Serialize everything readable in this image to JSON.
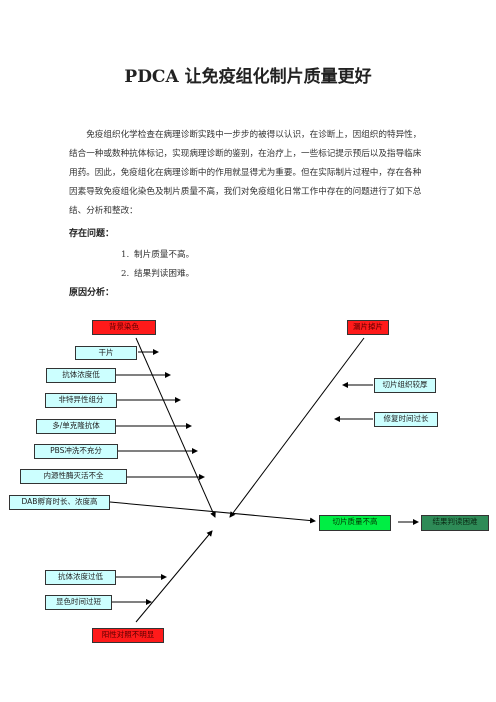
{
  "title": "PDCA 让免疫组化制片质量更好",
  "intro": "免疫组织化学检查在病理诊断实践中一步步的被得以认识，在诊断上，因组织的特异性，结合一种或数种抗体标记，实现病理诊断的鉴别，在治疗上，一些标记提示预后以及指导临床用药。因此，免疫组化在病理诊断中的作用就显得尤为重要。但在实际制片过程中，存在各种因素导致免疫组化染色及制片质量不高，我们对免疫组化日常工作中存在的问题进行了如下总结、分析和整改：",
  "problems_heading": "存在问题：",
  "problems": [
    {
      "num": "1.",
      "text": "制片质量不高。"
    },
    {
      "num": "2.",
      "text": "结果判读困难。"
    }
  ],
  "analysis_heading": "原因分析：",
  "diagram": {
    "top_left": "背景染色",
    "top_right": "漏片掉片",
    "bottom_left": "阳性对照不明显",
    "result": "切片质量不高",
    "outcome": "结果判读困难",
    "left_causes": [
      "干片",
      "抗体浓度低",
      "非特异性组分",
      "多/单克隆抗体",
      "PBS冲洗不充分",
      "内源性酶灭活不全",
      "DAB孵育时长、浓度高"
    ],
    "right_causes": [
      "切片组织较厚",
      "修复时间过长"
    ],
    "bottom_causes": [
      "抗体浓度过低",
      "显色时间过短"
    ]
  }
}
